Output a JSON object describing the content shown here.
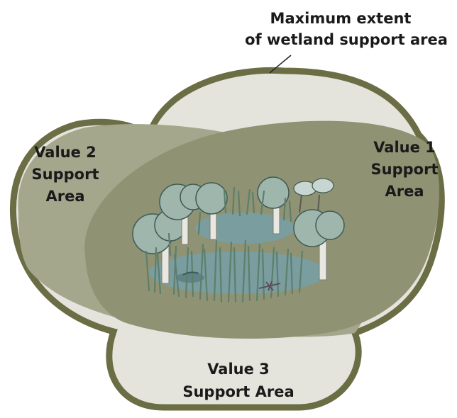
{
  "callout": {
    "line1": "Maximum extent",
    "line2": "of wetland support area"
  },
  "areas": {
    "value1": {
      "line1": "Value 1",
      "line2": "Support",
      "line3": "Area"
    },
    "value2": {
      "line1": "Value 2",
      "line2": "Support",
      "line3": "Area"
    },
    "value3": {
      "line1": "Value 3",
      "line2": "Support Area"
    }
  },
  "colors": {
    "outer_border": "#6b6e45",
    "outer_fill": "#e4e4dc",
    "value2_fill": "#a5a78d",
    "value1_fill": "#8f9373",
    "water": "#7a9da0",
    "tree_canopy": "#9fb6ad",
    "reeds": "#5d7f6c"
  }
}
